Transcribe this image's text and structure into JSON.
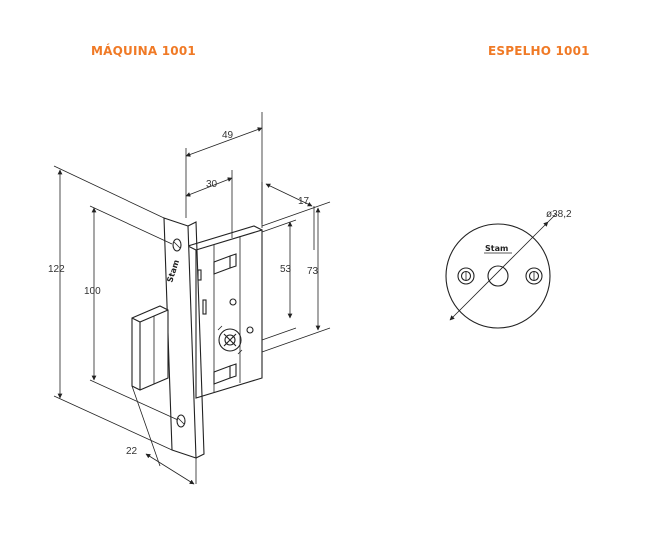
{
  "titles": {
    "left": "MÁQUINA 1001",
    "right": "ESPELHO 1001"
  },
  "colors": {
    "accent": "#f07a26",
    "line": "#222222"
  },
  "dimensions": {
    "d49": "49",
    "d30": "30",
    "d17": "17",
    "d122": "122",
    "d100": "100",
    "d53": "53",
    "d73": "73",
    "d22": "22",
    "d382": "ø38,2"
  },
  "brand": {
    "logo_text": "Stam"
  }
}
